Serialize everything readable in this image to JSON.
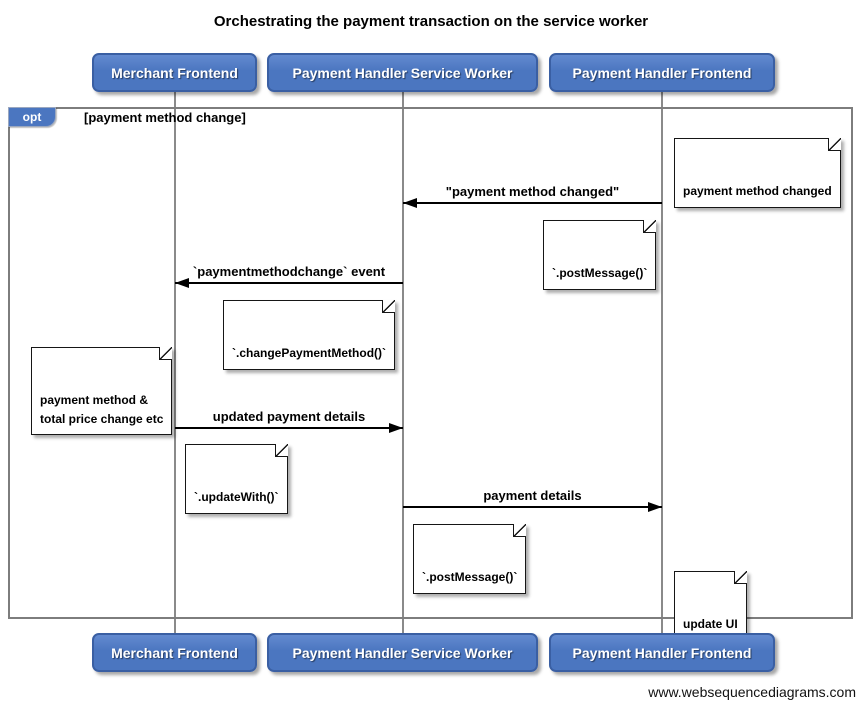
{
  "title": "Orchestrating the payment transaction on the service worker",
  "actors": [
    {
      "label": "Merchant Frontend"
    },
    {
      "label": "Payment Handler Service Worker"
    },
    {
      "label": "Payment Handler Frontend"
    }
  ],
  "fragment": {
    "operator": "opt",
    "guard": "[payment method change]"
  },
  "messages": [
    {
      "label": "\"payment method changed\"",
      "from": "Payment Handler Frontend",
      "to": "Payment Handler Service Worker"
    },
    {
      "label": "`paymentmethodchange` event",
      "from": "Payment Handler Service Worker",
      "to": "Merchant Frontend"
    },
    {
      "label": "updated payment details",
      "from": "Merchant Frontend",
      "to": "Payment Handler Service Worker"
    },
    {
      "label": "payment details",
      "from": "Payment Handler Service Worker",
      "to": "Payment Handler Frontend"
    }
  ],
  "notes": [
    {
      "text": "payment method changed"
    },
    {
      "text": "`.postMessage()`"
    },
    {
      "text": "`.changePaymentMethod()`"
    },
    {
      "text": "payment method &\ntotal price change etc"
    },
    {
      "text": "`.updateWith()`"
    },
    {
      "text": "`.postMessage()`"
    },
    {
      "text": "update UI"
    }
  ],
  "footer": "www.websequencediagrams.com",
  "colors": {
    "actor_fill": "#4b76c0",
    "actor_border": "#3a5fa3",
    "frame_border": "#7d7d7d",
    "lifeline": "#8a8a8a",
    "arrow": "#000000",
    "note_fill": "#ffffff",
    "note_border": "#161616"
  }
}
